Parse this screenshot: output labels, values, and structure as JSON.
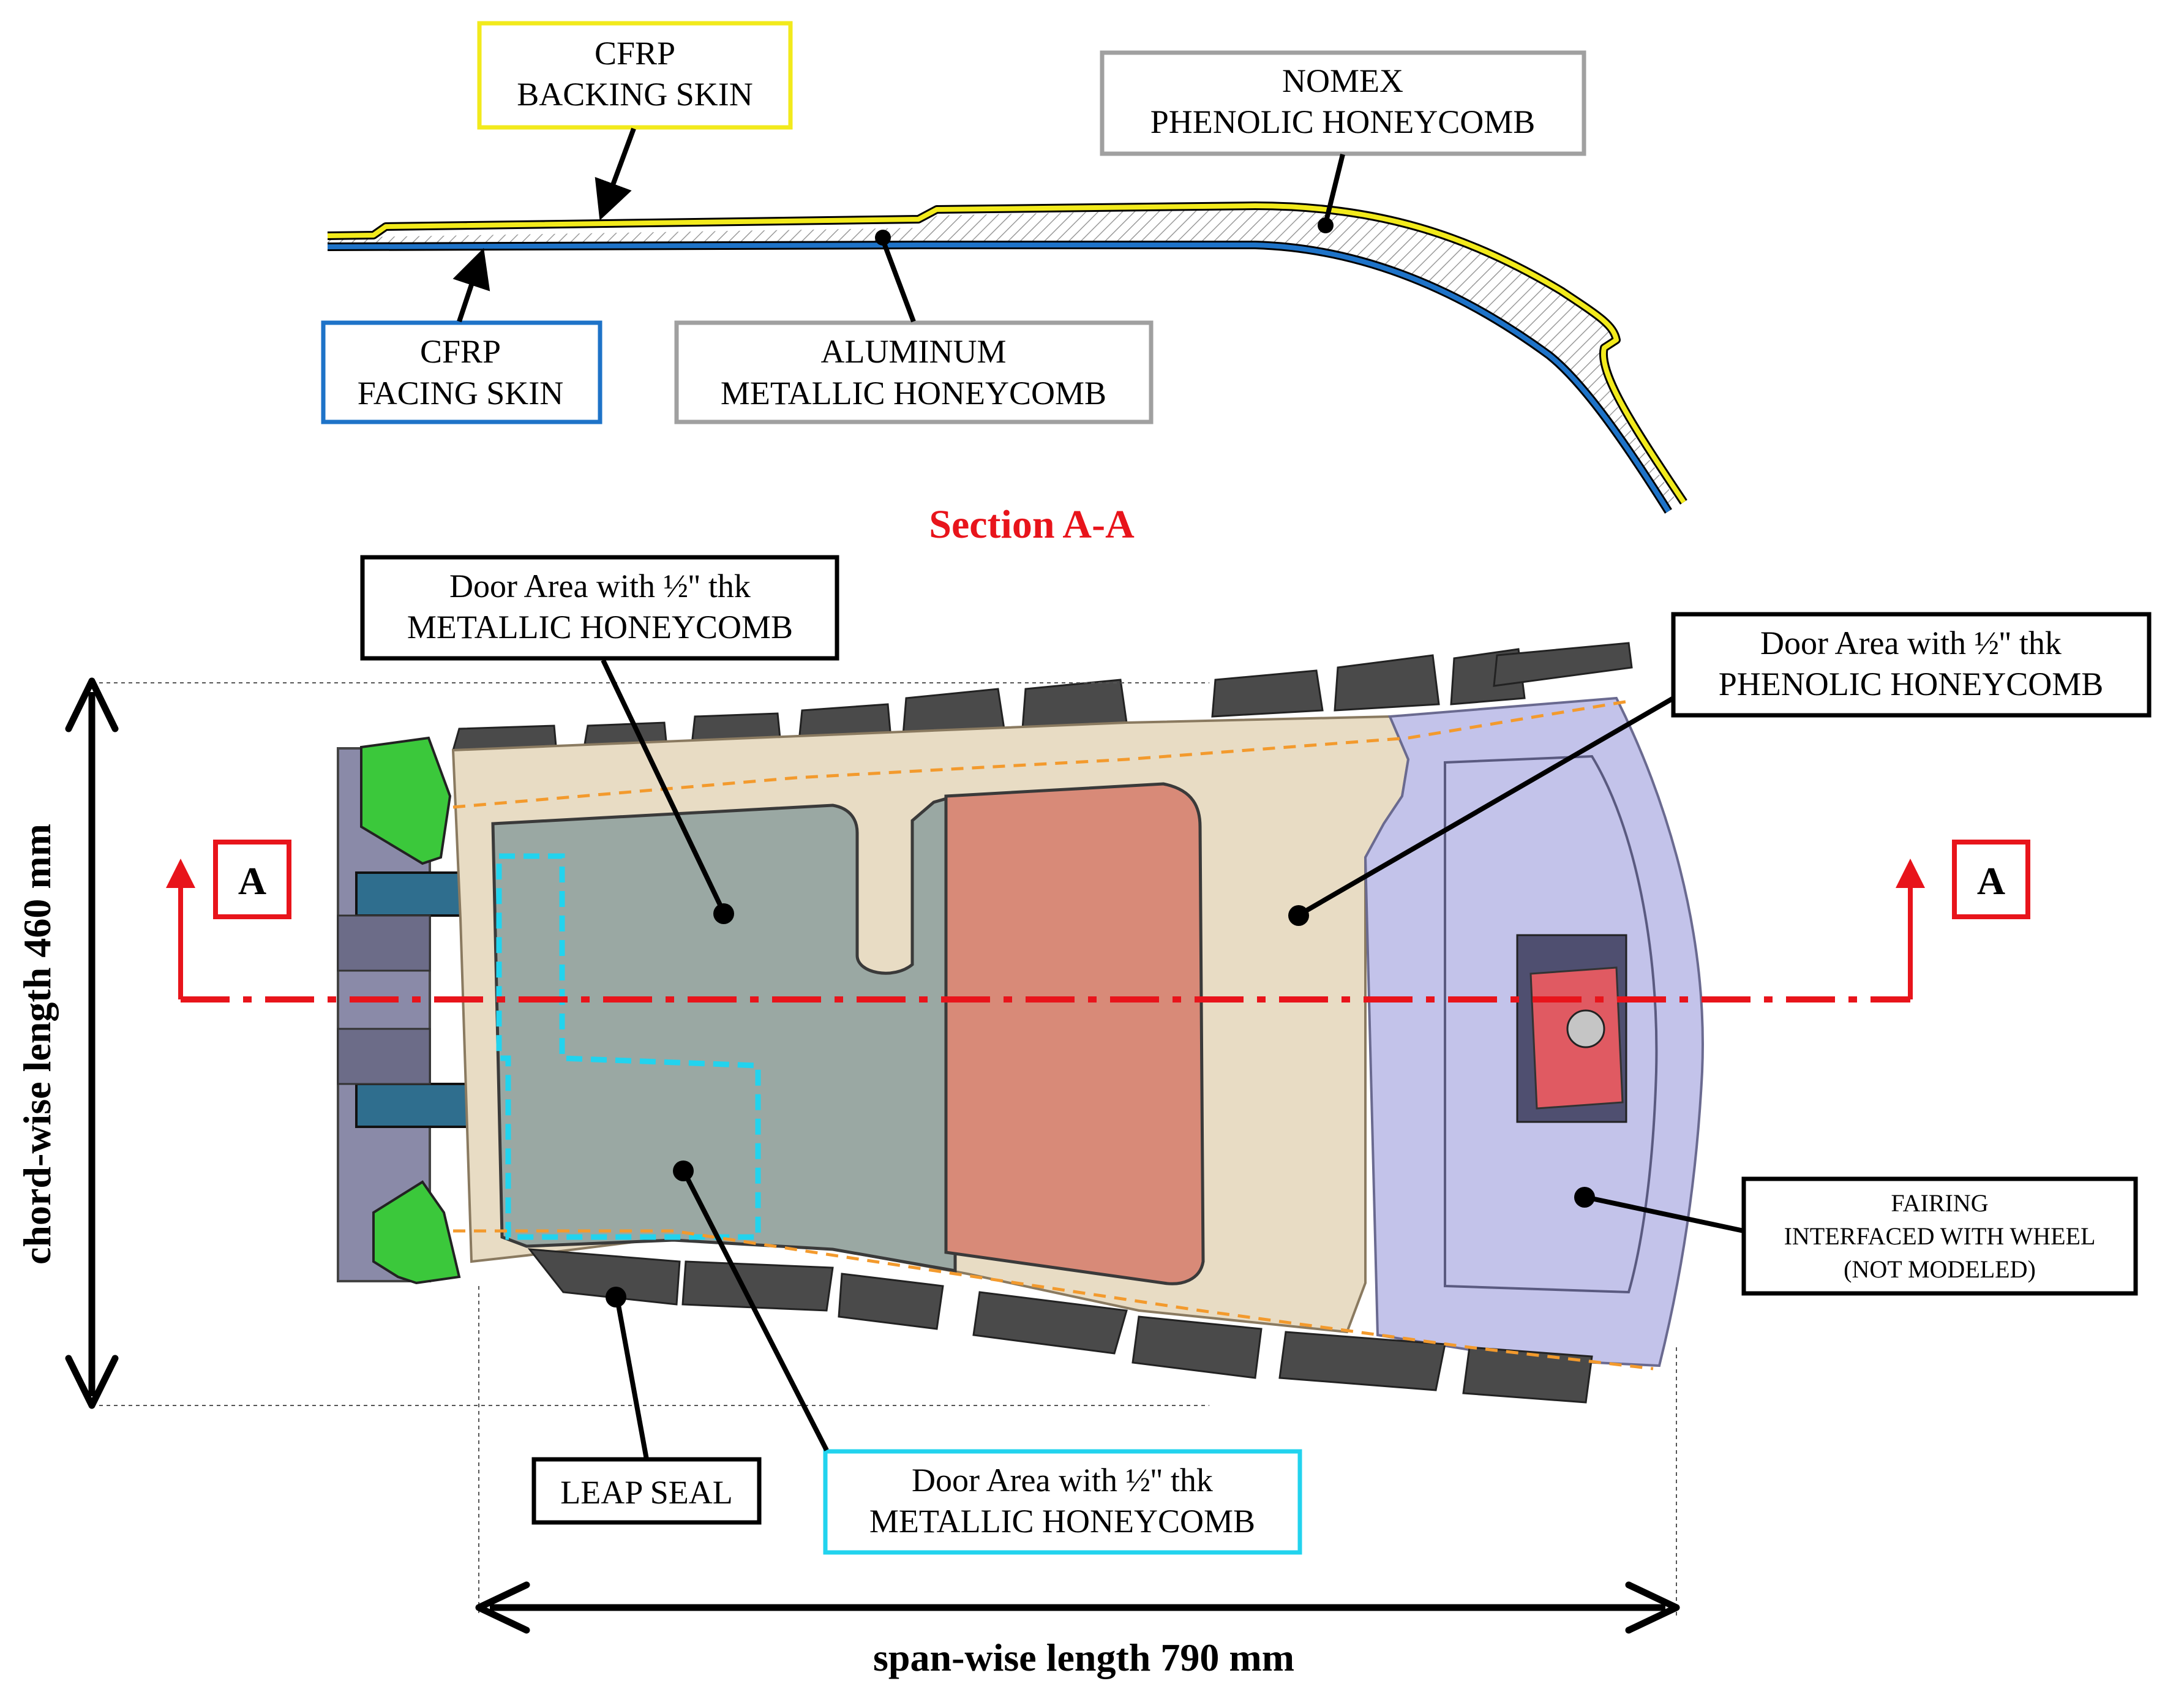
{
  "section": {
    "title": "Section A-A",
    "labels": {
      "backing_skin": [
        "CFRP",
        "BACKING SKIN"
      ],
      "nomex": [
        "NOMEX",
        "PHENOLIC HONEYCOMB"
      ],
      "facing_skin": [
        "CFRP",
        "FACING SKIN"
      ],
      "aluminum": [
        "ALUMINUM",
        "METALLIC HONEYCOMB"
      ]
    }
  },
  "callouts": {
    "door_metallic_top": [
      "Door Area with ½'' thk",
      "METALLIC HONEYCOMB"
    ],
    "door_phenolic": [
      "Door Area with ½'' thk",
      "PHENOLIC HONEYCOMB"
    ],
    "fairing": [
      "FAIRING",
      "INTERFACED WITH WHEEL",
      "(NOT MODELED)"
    ],
    "leap_seal": "LEAP SEAL",
    "door_metallic_bottom": [
      "Door Area with ½'' thk",
      "METALLIC HONEYCOMB"
    ]
  },
  "section_markers": {
    "left": "A",
    "right": "A"
  },
  "dimensions": {
    "chord": "chord-wise length 460 mm",
    "span": "span-wise length 790 mm"
  },
  "colors": {
    "section_red": "#e8141b",
    "backing_skin": "#f2ea1c",
    "facing_skin": "#1e73c8",
    "honeycomb_gray": "#9aa8a3",
    "phenolic_tan": "#e8dcc4",
    "fairing_lavender": "#c3c3ea",
    "cyan_outline": "#22d3ee",
    "salmon": "#d88a78"
  }
}
